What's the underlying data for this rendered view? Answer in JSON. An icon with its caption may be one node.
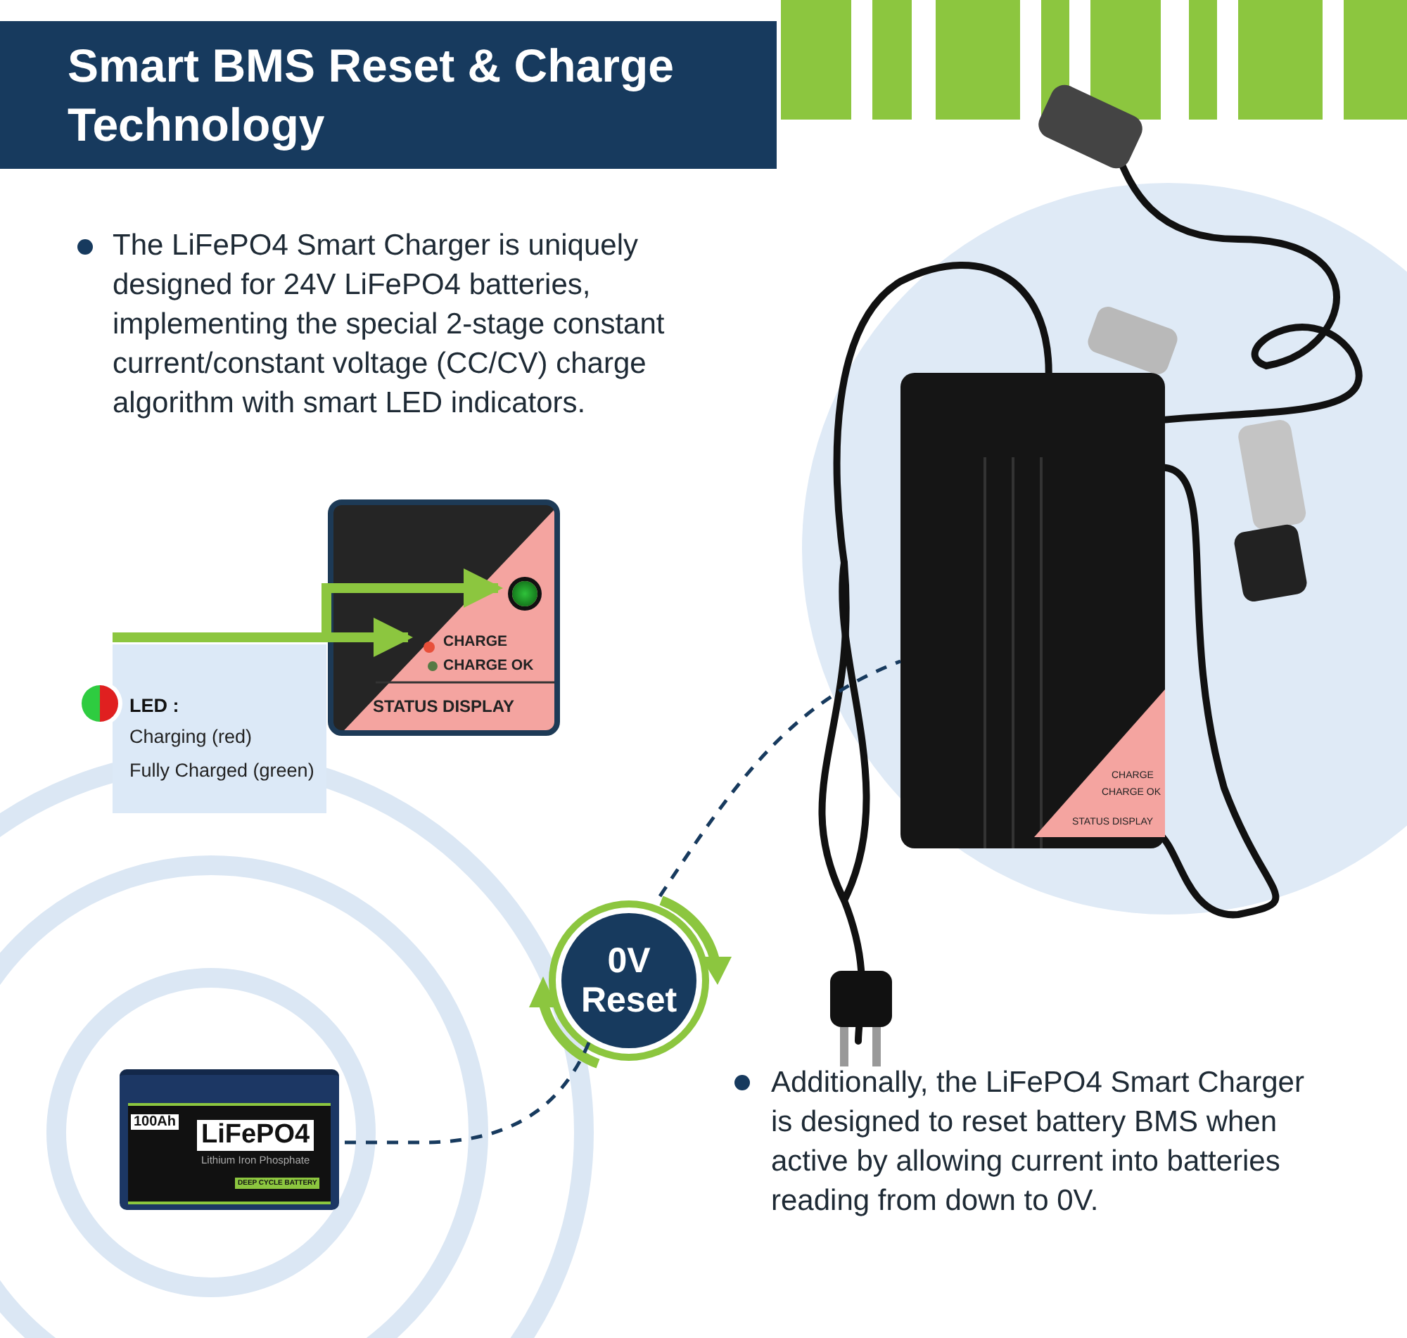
{
  "diagram": {
    "title": "Smart BMS Reset & Charge Technology",
    "nodes": [
      {
        "text": [
          "CHARGE",
          "CHARGE OK",
          "STATUS DISPLAY"
        ]
      },
      {
        "text": [
          "LED :",
          "Charging (red)",
          "Fully Charged (green)"
        ]
      },
      {
        "text": [],
        "shape": "circle",
        "in": 0
      },
      {
        "text": [],
        "shape": "circle",
        "in": 0
      },
      {
        "text": [
          "CHARGE",
          "CHARGE OK",
          "STATUS DISPLAY"
        ]
      },
      {
        "text": [
          "0V Reset"
        ]
      },
      {
        "text": [
          "100Ah",
          "LiFePO4",
          "Lithium Iron Phosphate",
          "DEEP CYCLE BATTERY"
        ]
      }
    ],
    "edges": [
      {
        "from": 1,
        "to": 2,
        "arrow": "to",
        "color": "#8cc63f",
        "style": "thick"
      },
      {
        "from": 1,
        "to": 3,
        "arrow": "to",
        "color": "#8cc63f",
        "style": "thick"
      },
      {
        "from": 6,
        "to": 5,
        "arrow": "none",
        "style": "dashed",
        "color": "#173a5e"
      },
      {
        "from": 5,
        "to": 4,
        "arrow": "none",
        "style": "dashed",
        "color": "#173a5e"
      }
    ],
    "labels": [
      "The LiFePO4 Smart Charger is uniquely designed for 24V LiFePO4 batteries, implementing the special 2-stage constant current/constant voltage (CC/CV) charge algorithm with smart LED indicators.",
      "Additionally, the LiFePO4 Smart Charger is designed to reset battery BMS when active by allowing current into batteries reading from down to 0V."
    ]
  }
}
